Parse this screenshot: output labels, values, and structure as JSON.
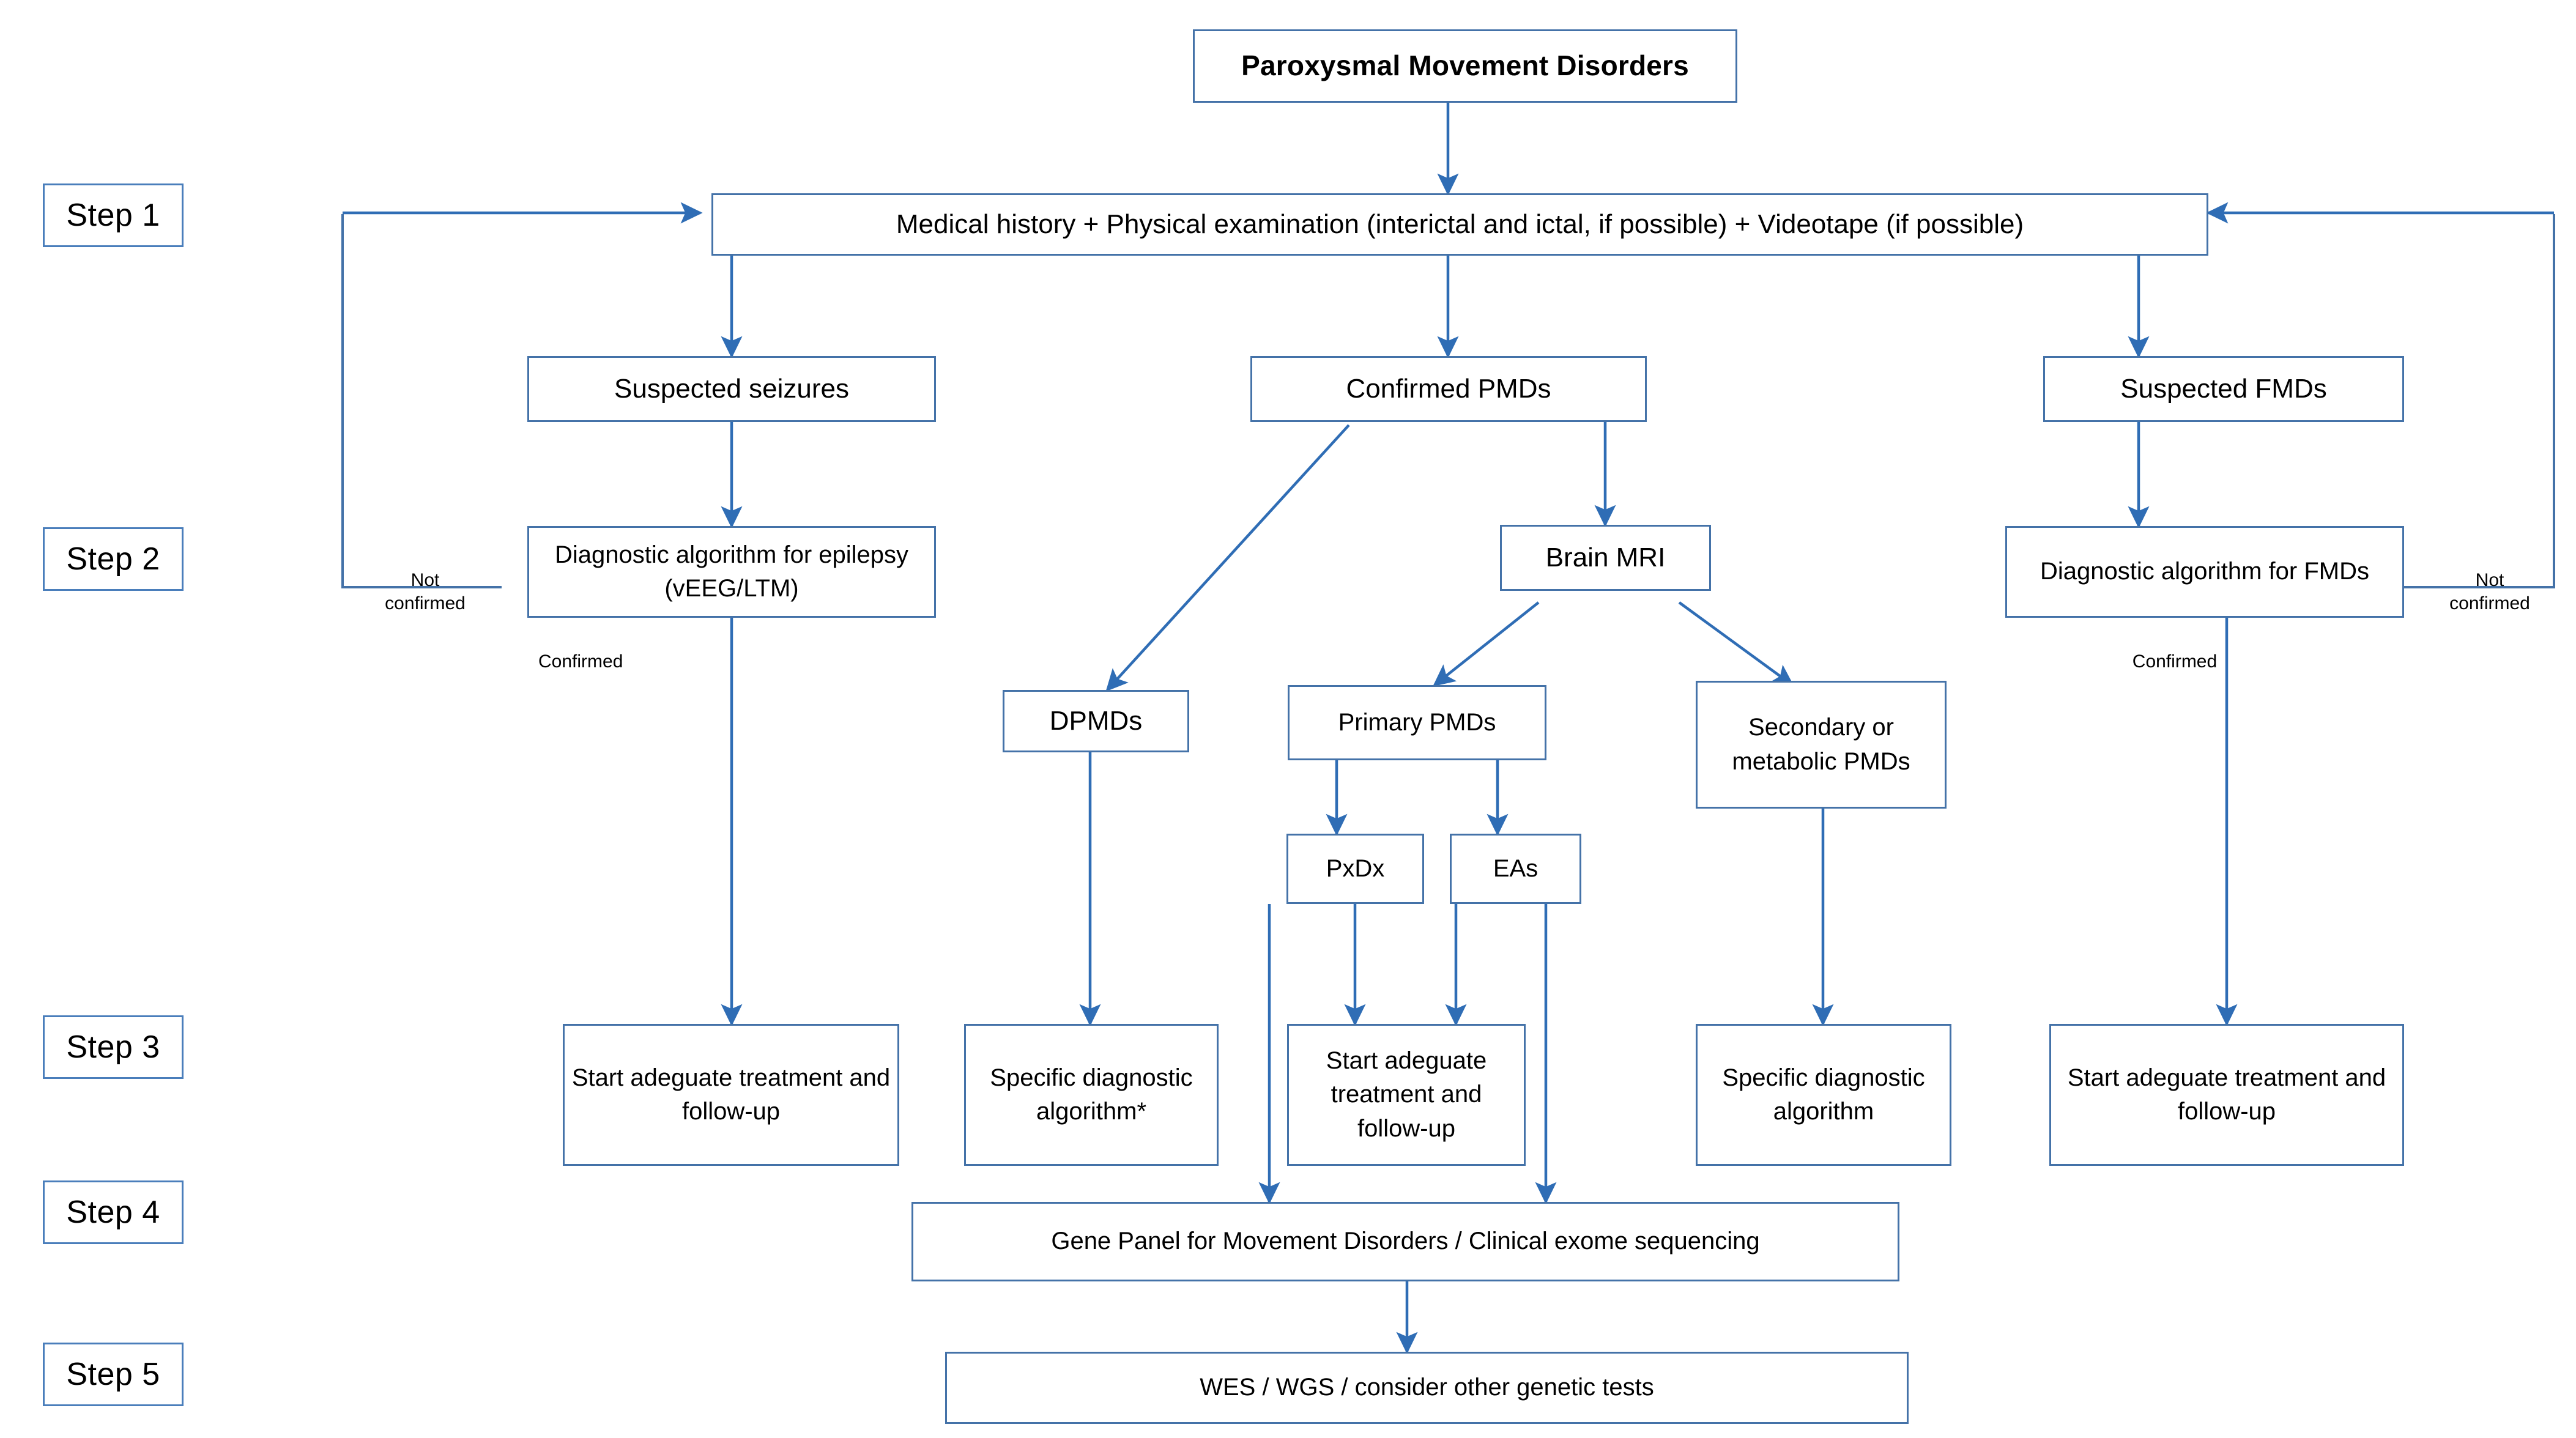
{
  "figure": {
    "kind": "clinical-diagnostic-flowchart",
    "accent_color": "#4472a8",
    "arrow_color": "#2f6db5",
    "background": "#ffffff"
  },
  "steps": [
    {
      "id": "step1",
      "label": "Step 1"
    },
    {
      "id": "step2",
      "label": "Step 2"
    },
    {
      "id": "step3",
      "label": "Step 3"
    },
    {
      "id": "step4",
      "label": "Step 4"
    },
    {
      "id": "step5",
      "label": "Step 5"
    }
  ],
  "nodes": {
    "title": "Paroxysmal Movement Disorders",
    "assessment": "Medical history + Physical examination (interictal and ictal, if possible) + Videotape (if possible)",
    "suspected_seizures": "Suspected seizures",
    "confirmed_pmds": "Confirmed PMDs",
    "suspected_fmds": "Suspected FMDs",
    "epilepsy_algorithm": "Diagnostic algorithm for epilepsy (vEEG/LTM)",
    "fmd_algorithm": "Diagnostic algorithm for FMDs",
    "brain_mri": "Brain MRI",
    "dpmds": "DPMDs",
    "primary_pmds": "Primary PMDs",
    "secondary_pmds": "Secondary or metabolic PMDs",
    "pxdx": "PxDx",
    "eas": "EAs",
    "treatment_left": "Start adeguate treatment and follow-up",
    "specific_algorithm_star": "Specific diagnostic algorithm*",
    "treatment_mid": "Start adeguate treatment and follow-up",
    "specific_algorithm": "Specific diagnostic algorithm",
    "treatment_right": "Start adeguate treatment and follow-up",
    "gene_panel": "Gene Panel for Movement Disorders / Clinical exome sequencing",
    "wes_wgs": "WES / WGS / consider other genetic tests"
  },
  "edge_labels": {
    "not_confirmed_left": "Not\nconfirmed",
    "confirmed_left": "Confirmed",
    "not_confirmed_right": "Not\nconfirmed",
    "confirmed_right": "Confirmed"
  }
}
